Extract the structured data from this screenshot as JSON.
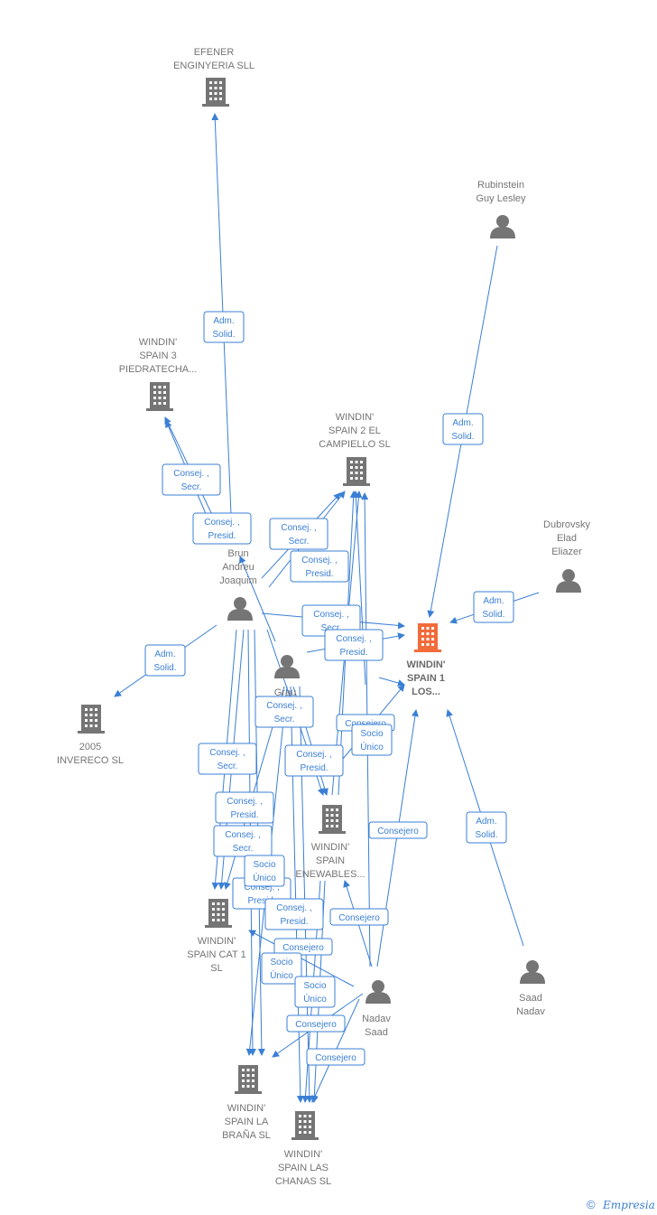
{
  "colors": {
    "edge": "#3a7fd5",
    "node": "#757575",
    "focus": "#f26b3a"
  },
  "nodes": [
    {
      "id": "efener",
      "type": "company",
      "lines": [
        "EFENER",
        "ENGINYERIA SLL"
      ]
    },
    {
      "id": "rubinstein",
      "type": "person",
      "lines": [
        "Rubinstein",
        "Guy Lesley"
      ]
    },
    {
      "id": "ws3",
      "type": "company",
      "lines": [
        "WINDIN'",
        "SPAIN 3",
        "PIEDRATECHA..."
      ]
    },
    {
      "id": "ws2",
      "type": "company",
      "lines": [
        "WINDIN'",
        "SPAIN 2 EL",
        "CAMPIELLO  SL"
      ]
    },
    {
      "id": "dubrovsky",
      "type": "person",
      "lines": [
        "Dubrovsky",
        "Elad",
        "Eliazer"
      ]
    },
    {
      "id": "brun",
      "type": "person",
      "lines": [
        "Brun",
        "Andreu",
        "Joaquim"
      ]
    },
    {
      "id": "ws1",
      "type": "focus",
      "lines": [
        "WINDIN'",
        "SPAIN 1",
        "LOS..."
      ]
    },
    {
      "id": "grau",
      "type": "person",
      "lines": [
        "Grau"
      ]
    },
    {
      "id": "invereco",
      "type": "company",
      "lines": [
        "2005",
        "INVERECO  SL"
      ]
    },
    {
      "id": "wsr",
      "type": "company",
      "lines": [
        "WINDIN'",
        "SPAIN",
        "ENEWABLES..."
      ]
    },
    {
      "id": "wscat",
      "type": "company",
      "lines": [
        "WINDIN'",
        "SPAIN CAT 1",
        "SL"
      ]
    },
    {
      "id": "saad",
      "type": "person",
      "lines": [
        "Saad",
        "Nadav"
      ]
    },
    {
      "id": "nadav",
      "type": "person",
      "lines": [
        "Nadav",
        "Saad"
      ]
    },
    {
      "id": "wsbrana",
      "type": "company",
      "lines": [
        "WINDIN'",
        "SPAIN LA",
        "BRAÑA  SL"
      ]
    },
    {
      "id": "wschanas",
      "type": "company",
      "lines": [
        "WINDIN'",
        "SPAIN LAS",
        "CHANAS  SL"
      ]
    }
  ],
  "roles": [
    {
      "id": "r1",
      "lines": [
        "Adm.",
        "Solid."
      ]
    },
    {
      "id": "r2",
      "lines": [
        "Adm.",
        "Solid."
      ]
    },
    {
      "id": "r3",
      "lines": [
        "Consej. ,",
        "Secr."
      ]
    },
    {
      "id": "r4",
      "lines": [
        "Consej. ,",
        "Presid."
      ]
    },
    {
      "id": "r5",
      "lines": [
        "Consej. ,",
        "Secr."
      ]
    },
    {
      "id": "r6",
      "lines": [
        "Consej. ,",
        "Presid."
      ]
    },
    {
      "id": "r7",
      "lines": [
        "Adm.",
        "Solid."
      ]
    },
    {
      "id": "r8",
      "lines": [
        "Consej. ,",
        "Secr."
      ]
    },
    {
      "id": "r9",
      "lines": [
        "Consej. ,",
        "Presid."
      ]
    },
    {
      "id": "r10",
      "lines": [
        "Adm.",
        "Solid."
      ]
    },
    {
      "id": "r11",
      "lines": [
        "Consej. ,",
        "Secr."
      ]
    },
    {
      "id": "r12",
      "lines": [
        "Consejero"
      ]
    },
    {
      "id": "r13",
      "lines": [
        "Socio",
        "Único"
      ]
    },
    {
      "id": "r14",
      "lines": [
        "Consej. ,",
        "Secr."
      ]
    },
    {
      "id": "r15",
      "lines": [
        "Consej. ,",
        "Presid."
      ]
    },
    {
      "id": "r16",
      "lines": [
        "Consej. ,",
        "Presid."
      ]
    },
    {
      "id": "r17",
      "lines": [
        "Adm.",
        "Solid."
      ]
    },
    {
      "id": "r18",
      "lines": [
        "Consejero"
      ]
    },
    {
      "id": "r19",
      "lines": [
        "Consej. ,",
        "Secr."
      ]
    },
    {
      "id": "r20",
      "lines": [
        "Consej. ,",
        "Presid."
      ]
    },
    {
      "id": "r21",
      "lines": [
        "Socio",
        "Único"
      ]
    },
    {
      "id": "r22",
      "lines": [
        "Consej. ,",
        "Presid."
      ]
    },
    {
      "id": "r23",
      "lines": [
        "Consejero"
      ]
    },
    {
      "id": "r24",
      "lines": [
        "Consejero"
      ]
    },
    {
      "id": "r25",
      "lines": [
        "Socio",
        "Único"
      ]
    },
    {
      "id": "r26",
      "lines": [
        "Socio",
        "Único"
      ]
    },
    {
      "id": "r27",
      "lines": [
        "Consejero"
      ]
    },
    {
      "id": "r28",
      "lines": [
        "Consejero"
      ]
    }
  ],
  "footer": {
    "copyright": "©",
    "brand": "Empresia"
  }
}
